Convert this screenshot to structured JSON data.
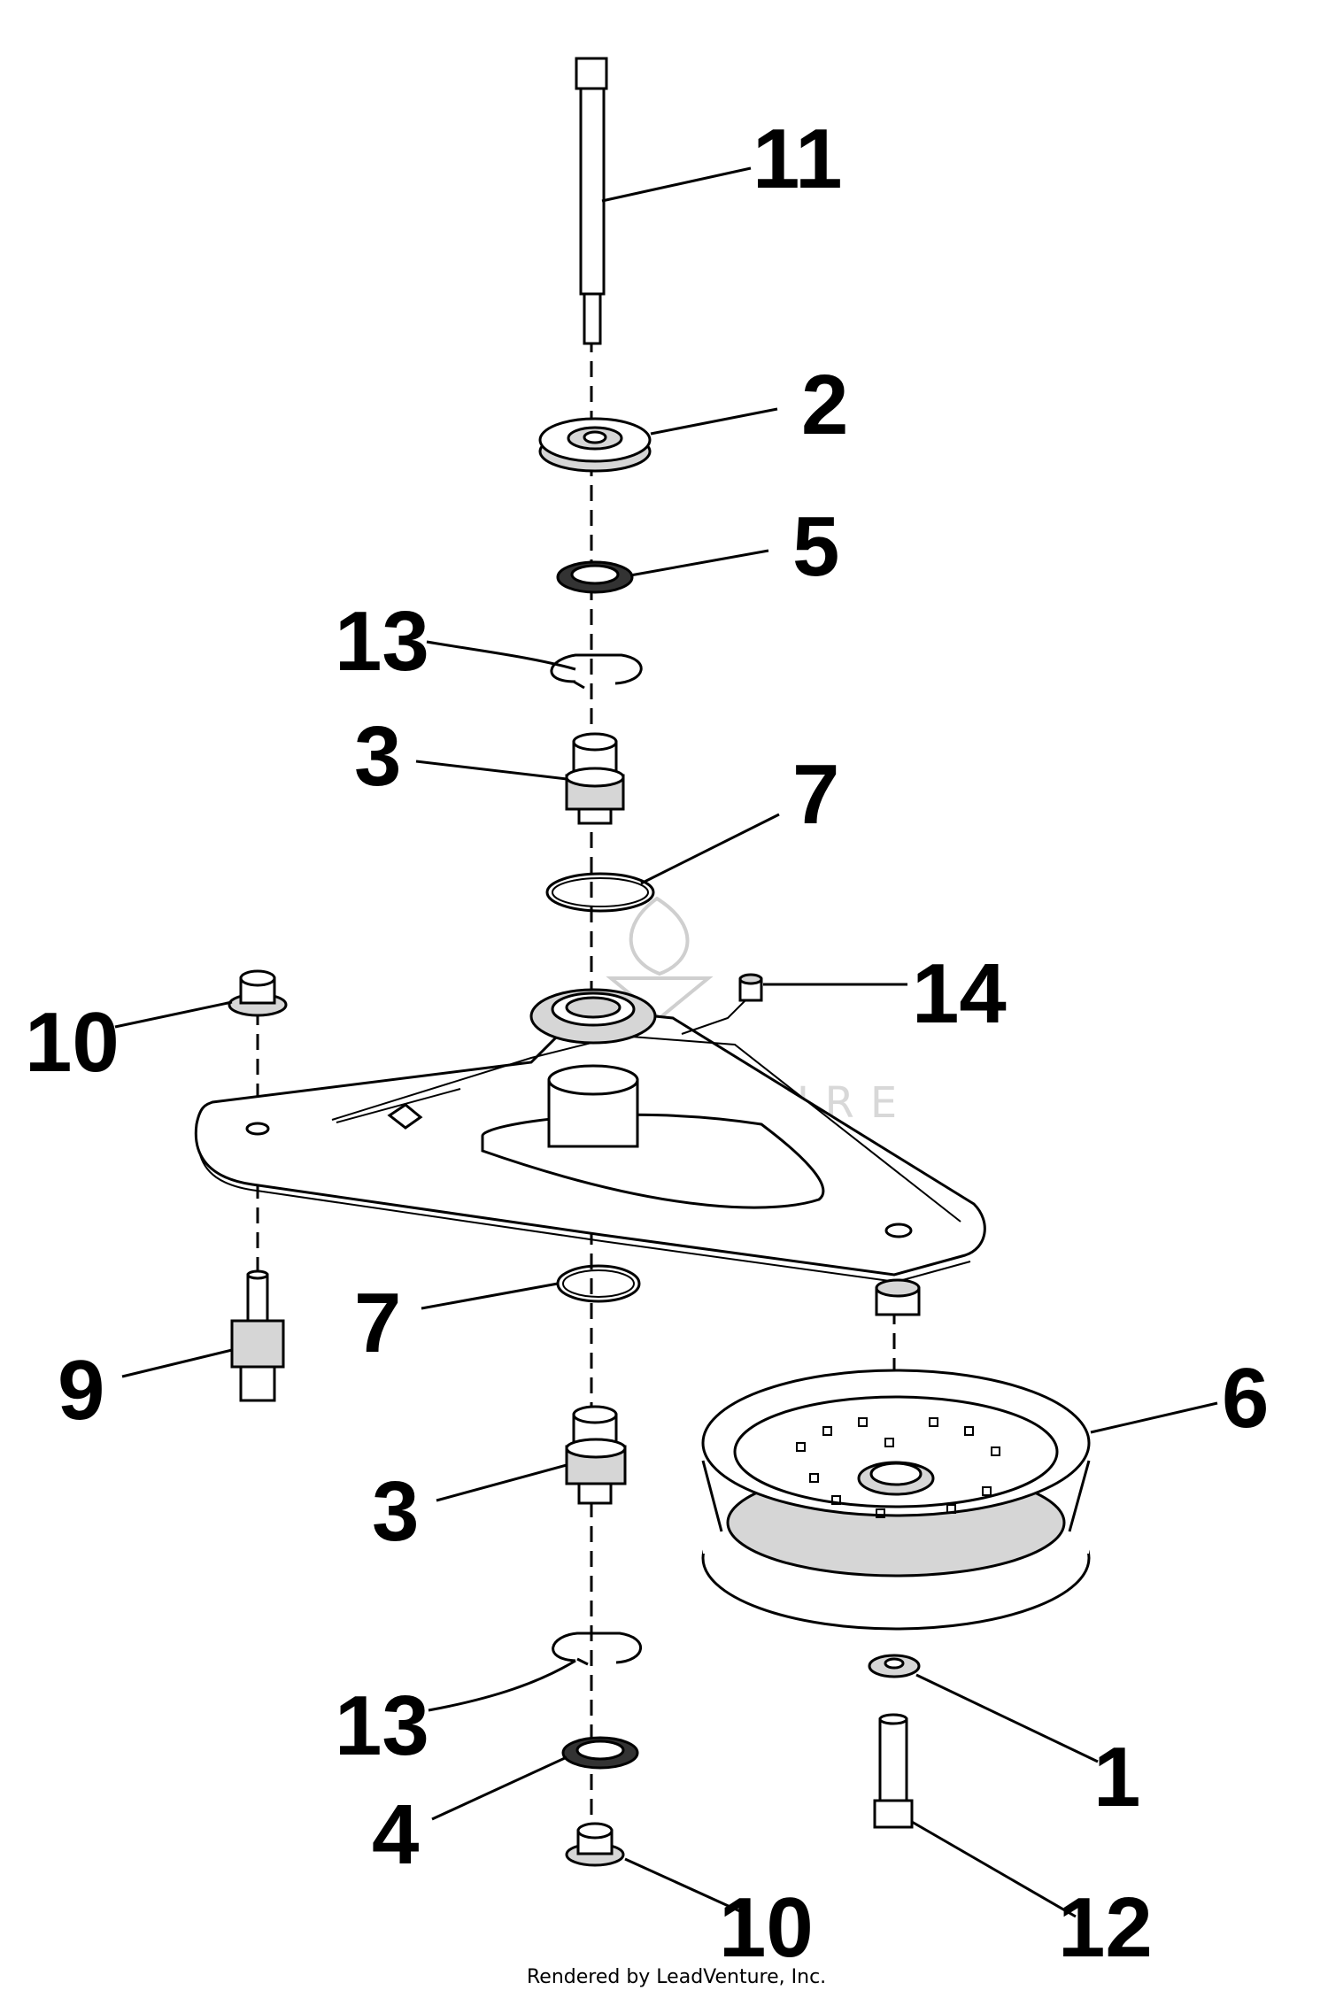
{
  "diagram": {
    "callouts": {
      "c11": "11",
      "c2": "2",
      "c5": "5",
      "c13_top": "13",
      "c3_top": "3",
      "c7_top": "7",
      "c14": "14",
      "c10_left": "10",
      "c7_bottom": "7",
      "c9": "9",
      "c6": "6",
      "c3_bottom": "3",
      "c13_bottom": "13",
      "c1": "1",
      "c4": "4",
      "c10_bottom": "10",
      "c12": "12"
    },
    "credit": "Rendered by LeadVenture, Inc.",
    "watermark_text": "LEADVENTURE"
  }
}
